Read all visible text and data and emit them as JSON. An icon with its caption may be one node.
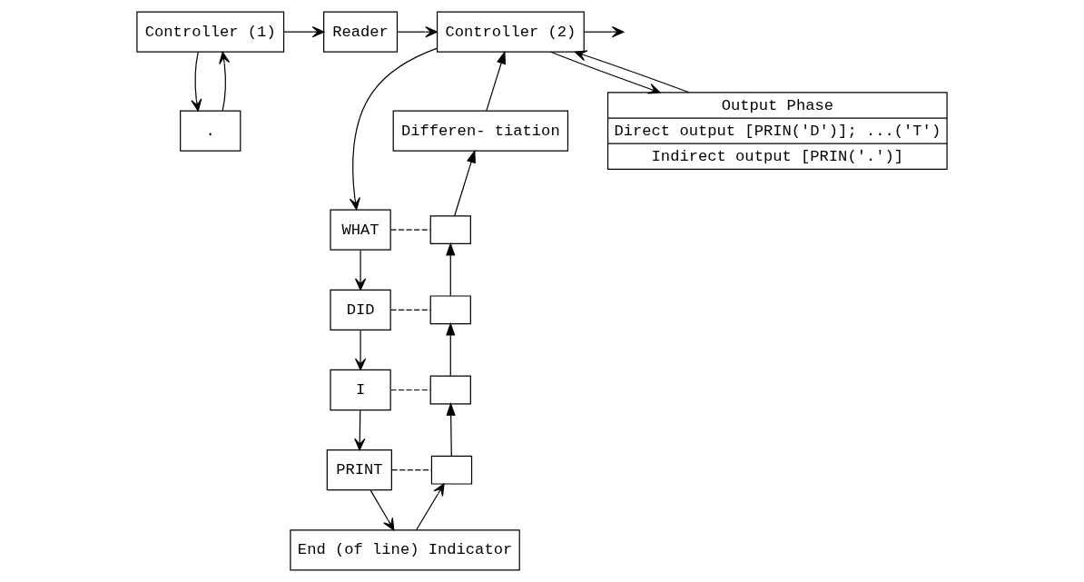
{
  "diagram": {
    "nodes": [
      {
        "text": [
          "Controller (1)"
        ]
      },
      {
        "text": [
          "."
        ]
      },
      {
        "text": [
          "Reader"
        ]
      },
      {
        "text": [
          "Controller (2)"
        ]
      },
      {
        "text": [
          "Output Phase",
          "Direct output [PRIN('D')]; ...('T')",
          "Indirect output [PRIN('.')]"
        ]
      },
      {
        "text": [
          "Differen- tiation"
        ]
      },
      {
        "text": [
          "WHAT"
        ]
      },
      {
        "text": [],
        "shape": "box"
      },
      {
        "text": [
          "DID"
        ]
      },
      {
        "text": [],
        "shape": "box"
      },
      {
        "text": [
          "I"
        ]
      },
      {
        "text": [],
        "shape": "box"
      },
      {
        "text": [
          "PRINT"
        ]
      },
      {
        "text": [],
        "shape": "box"
      },
      {
        "text": [
          "End (of line) Indicator"
        ]
      }
    ],
    "edges": [
      {
        "from": 0,
        "to": 1,
        "arrow": "to"
      },
      {
        "from": 1,
        "to": 0,
        "arrow": "to"
      },
      {
        "from": 0,
        "to": 2,
        "arrow": "to"
      },
      {
        "from": 2,
        "to": 3,
        "arrow": "to"
      },
      {
        "from": 3,
        "to": null,
        "arrow": "to"
      },
      {
        "from": 3,
        "to": 4,
        "arrow": "to"
      },
      {
        "from": 4,
        "to": 3,
        "arrow": "to"
      },
      {
        "from": 3,
        "to": 6,
        "arrow": "to"
      },
      {
        "from": 6,
        "to": 8,
        "arrow": "to"
      },
      {
        "from": 8,
        "to": 10,
        "arrow": "to"
      },
      {
        "from": 10,
        "to": 12,
        "arrow": "to"
      },
      {
        "from": 12,
        "to": 14,
        "arrow": "to"
      },
      {
        "from": 14,
        "to": 13,
        "arrow": "to"
      },
      {
        "from": 13,
        "to": 11,
        "arrow": "to"
      },
      {
        "from": 11,
        "to": 9,
        "arrow": "to"
      },
      {
        "from": 9,
        "to": 7,
        "arrow": "to"
      },
      {
        "from": 7,
        "to": 5,
        "arrow": "to"
      },
      {
        "from": 5,
        "to": 3,
        "arrow": "to"
      },
      {
        "from": 6,
        "to": 7,
        "arrow": "none",
        "style": "dashed"
      },
      {
        "from": 8,
        "to": 9,
        "arrow": "none",
        "style": "dashed"
      },
      {
        "from": 10,
        "to": 11,
        "arrow": "none",
        "style": "dashed"
      },
      {
        "from": 12,
        "to": 13,
        "arrow": "none",
        "style": "dashed"
      }
    ]
  }
}
